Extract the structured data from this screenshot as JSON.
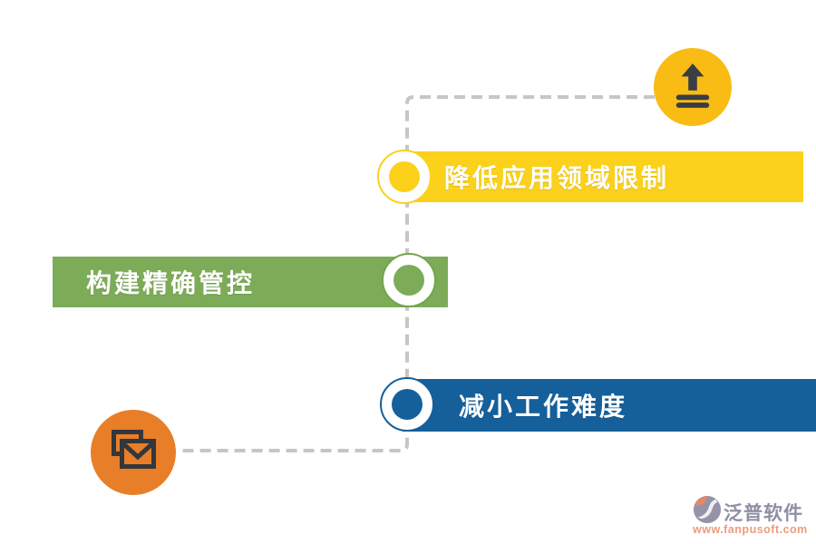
{
  "diagram": {
    "items": [
      {
        "id": "reduce-application-domain-limits",
        "label": "降低应用领域限制",
        "color": "#fbd11b",
        "side": "right"
      },
      {
        "id": "build-precise-control",
        "label": "构建精确管控",
        "color": "#7dac58",
        "side": "left"
      },
      {
        "id": "reduce-work-difficulty",
        "label": "减小工作难度",
        "color": "#15609b",
        "side": "right"
      }
    ],
    "icons": [
      {
        "name": "upload-icon",
        "circle_color": "#f8bc15",
        "glyph_color": "#3a3d42",
        "position": "top-right"
      },
      {
        "name": "mail-stack-icon",
        "circle_color": "#e87e27",
        "glyph_color": "#33373c",
        "position": "bottom-left"
      }
    ],
    "connector": {
      "color": "#c6c6c6",
      "style": "dashed"
    }
  },
  "watermark": {
    "brand": "泛普软件",
    "url": "www.fanpusoft.com",
    "brand_color": "#8f8fa3",
    "url_color": "#ed9c7d"
  }
}
